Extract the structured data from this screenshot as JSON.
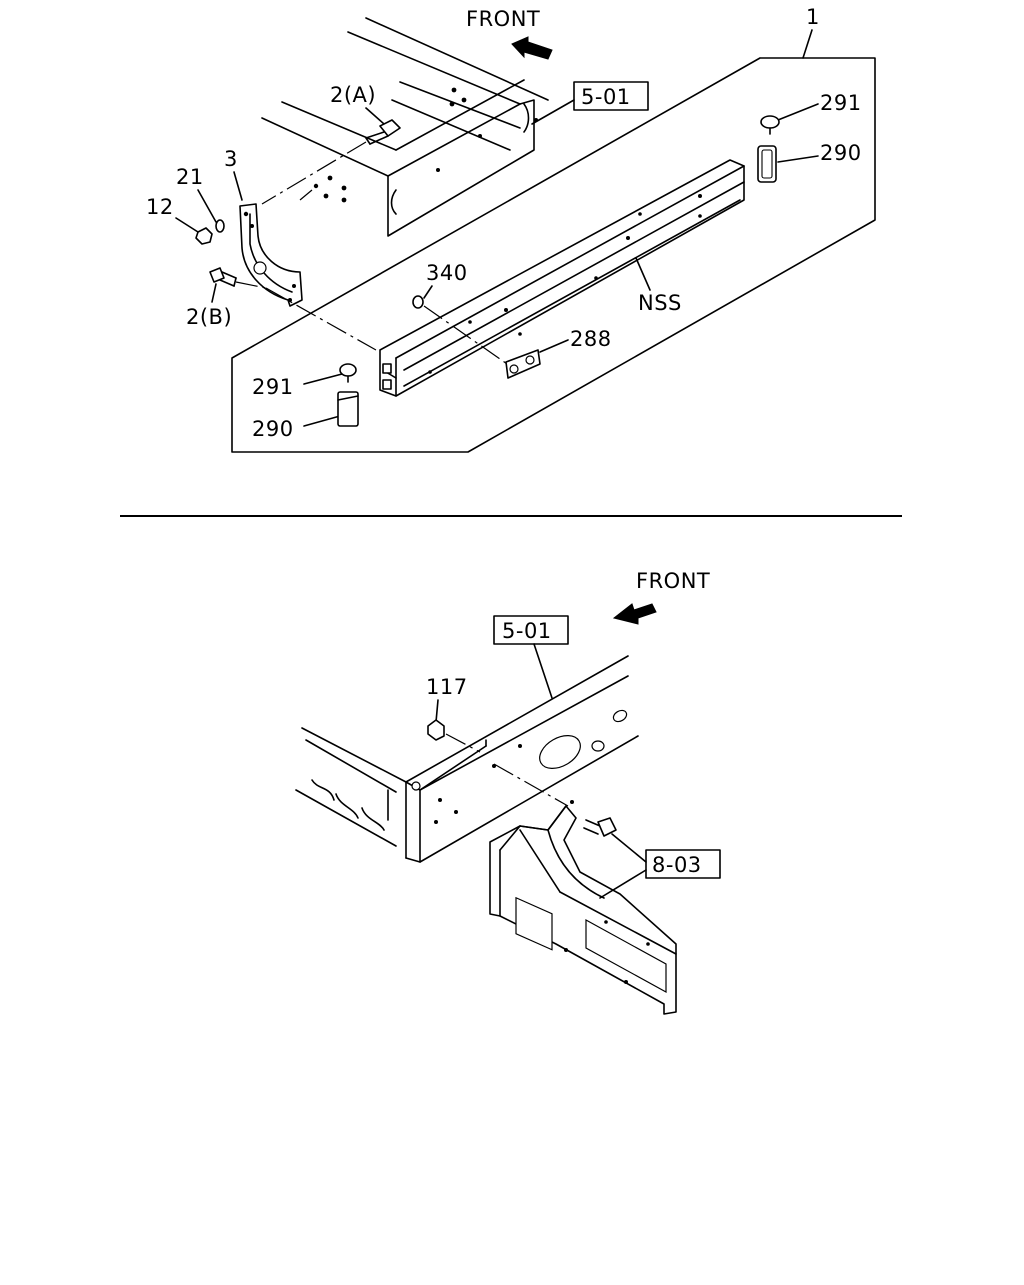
{
  "top_diagram": {
    "front_label": "FRONT",
    "ref_box": "5-01",
    "callouts": {
      "c1": "1",
      "c2a": "2(A)",
      "c2b": "2(B)",
      "c3": "3",
      "c12": "12",
      "c21": "21",
      "c291_right": "291",
      "c290_right": "290",
      "c340": "340",
      "nss": "NSS",
      "c288": "288",
      "c291_left": "291",
      "c290_left": "290"
    }
  },
  "bottom_diagram": {
    "front_label": "FRONT",
    "ref_box_frame": "5-01",
    "callout_117": "117",
    "ref_box_bracket": "8-03"
  }
}
